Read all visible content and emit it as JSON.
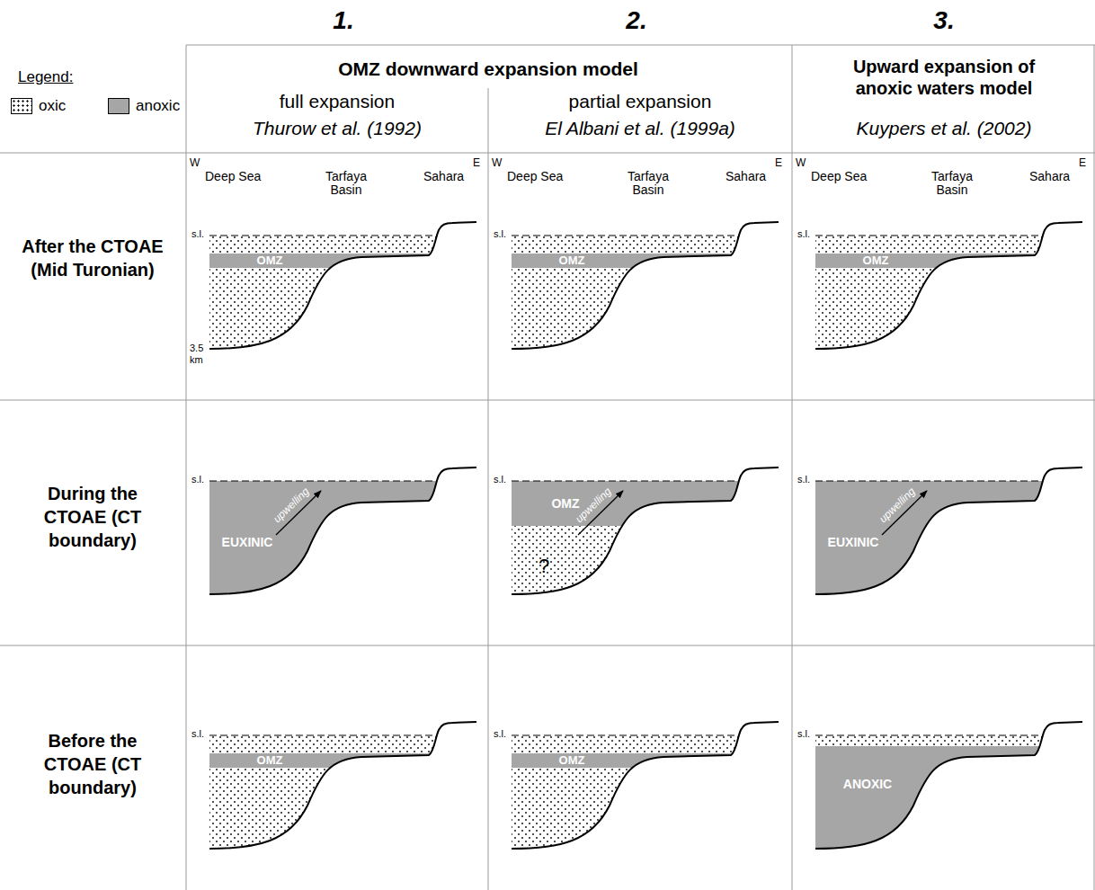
{
  "diagram": {
    "nodes": [
      {
        "text": [
          "OMZ"
        ]
      },
      {
        "text": [
          "OMZ"
        ]
      },
      {
        "text": [
          "OMZ"
        ]
      },
      {
        "text": [
          "EUXINIC"
        ]
      },
      {
        "text": [
          "OMZ"
        ]
      },
      {
        "text": [
          "EUXINIC"
        ]
      },
      {
        "text": [
          "OMZ"
        ]
      },
      {
        "text": [
          "OMZ"
        ]
      },
      {
        "text": [
          "ANOXIC"
        ]
      }
    ],
    "labels": [
      "1.",
      "2.",
      "3.",
      "Legend:",
      "OMZ downward expansion model",
      "full expansion",
      "Thurow et al. (1992)",
      "partial expansion",
      "El Albani et al. (1999a)",
      "Upward expansion of anoxic waters model",
      "Kuypers et al. (2002)",
      "After the CTOAE (Mid Turonian)",
      "During the CTOAE (CT boundary)",
      "Before the CTOAE (CT boundary)",
      "W",
      "Deep Sea",
      "Tarfaya Basin",
      "Sahara",
      "E",
      "s.l.",
      "W",
      "Deep Sea",
      "Tarfaya Basin",
      "Sahara",
      "E",
      "s.l.",
      "W",
      "Deep Sea",
      "Tarfaya Basin",
      "Sahara",
      "E",
      "s.l.",
      "3.5 km",
      "s.l.",
      "upwelling",
      "s.l.",
      "upwelling",
      "?",
      "s.l.",
      "upwelling",
      "s.l.",
      "s.l.",
      "s.l."
    ],
    "legend": [
      {
        "text": "oxic"
      },
      {
        "text": "anoxic",
        "color": "#a6a6a6"
      }
    ]
  }
}
